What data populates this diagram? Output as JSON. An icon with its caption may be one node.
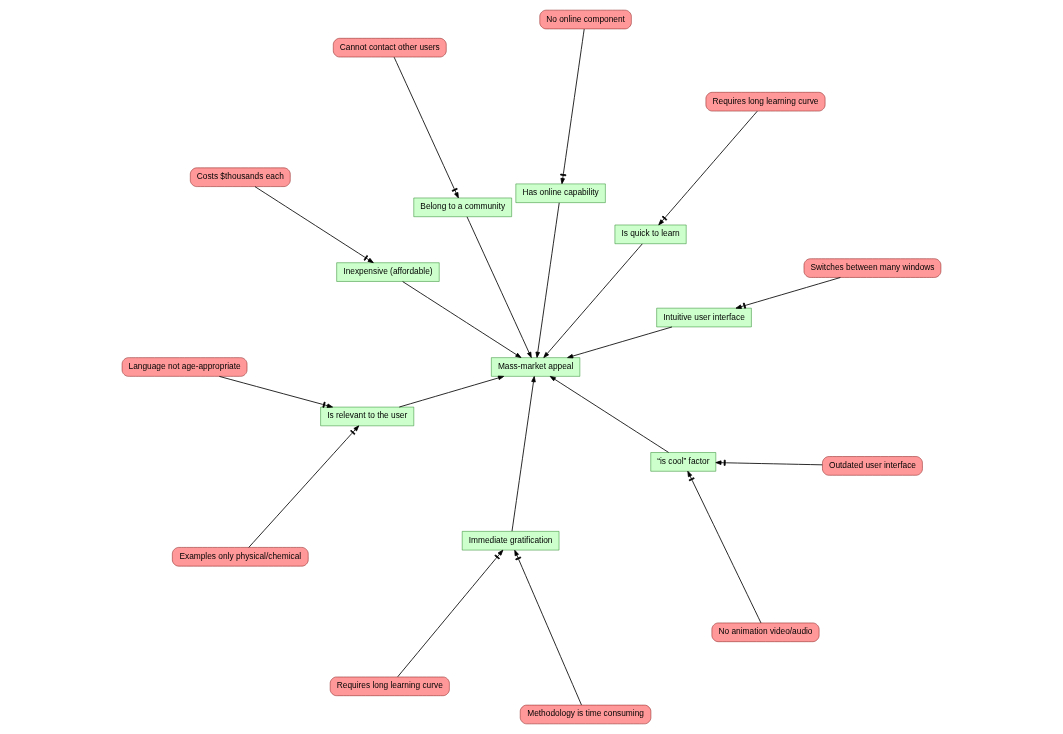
{
  "diagram": {
    "nodes": [
      {
        "text": [
          "Switches between many windows"
        ]
      },
      {
        "text": [
          "Requires long learning curve"
        ]
      },
      {
        "text": [
          "No online component"
        ]
      },
      {
        "text": [
          "Intuitive user interface"
        ]
      },
      {
        "text": [
          "Is quick to learn"
        ]
      },
      {
        "text": [
          "Has online capability"
        ]
      },
      {
        "text": [
          "Cannot contact other users"
        ]
      },
      {
        "text": [
          "Costs $thousands each"
        ]
      },
      {
        "text": [
          "Belong to a community"
        ]
      },
      {
        "text": [
          "Mass-market appeal"
        ]
      },
      {
        "text": [
          "Inexpensive (affordable)"
        ]
      },
      {
        "text": [
          "Language not age-appropriate"
        ]
      },
      {
        "text": [
          "Is relevant to the user"
        ]
      },
      {
        "text": [
          "Immediate gratification"
        ]
      },
      {
        "text": [
          "“is cool” factor"
        ]
      },
      {
        "text": [
          "No animation video/audio"
        ]
      },
      {
        "text": [
          "Examples only physical/chemical"
        ]
      },
      {
        "text": [
          "Outdated user interface"
        ]
      },
      {
        "text": [
          "Requires long learning curve"
        ]
      },
      {
        "text": [
          "Methodology is time consuming"
        ]
      }
    ],
    "edges": [
      {
        "from": 3,
        "to": 9,
        "arrow": "to"
      },
      {
        "from": 4,
        "to": 9,
        "arrow": "to"
      },
      {
        "from": 5,
        "to": 9,
        "arrow": "to"
      },
      {
        "from": 8,
        "to": 9,
        "arrow": "to"
      },
      {
        "from": 10,
        "to": 9,
        "arrow": "to"
      },
      {
        "from": 12,
        "to": 9,
        "arrow": "to"
      },
      {
        "from": 13,
        "to": 9,
        "arrow": "to"
      },
      {
        "from": 14,
        "to": 9,
        "arrow": "to"
      },
      {
        "from": 0,
        "to": 3,
        "arrow": "to"
      },
      {
        "from": 1,
        "to": 4,
        "arrow": "to"
      },
      {
        "from": 2,
        "to": 5,
        "arrow": "to"
      },
      {
        "from": 6,
        "to": 8,
        "arrow": "to"
      },
      {
        "from": 7,
        "to": 10,
        "arrow": "to"
      },
      {
        "from": 11,
        "to": 12,
        "arrow": "to"
      },
      {
        "from": 15,
        "to": 14,
        "arrow": "to"
      },
      {
        "from": 16,
        "to": 12,
        "arrow": "to"
      },
      {
        "from": 17,
        "to": 14,
        "arrow": "to"
      },
      {
        "from": 18,
        "to": 13,
        "arrow": "to"
      },
      {
        "from": 19,
        "to": 13,
        "arrow": "to"
      }
    ]
  }
}
